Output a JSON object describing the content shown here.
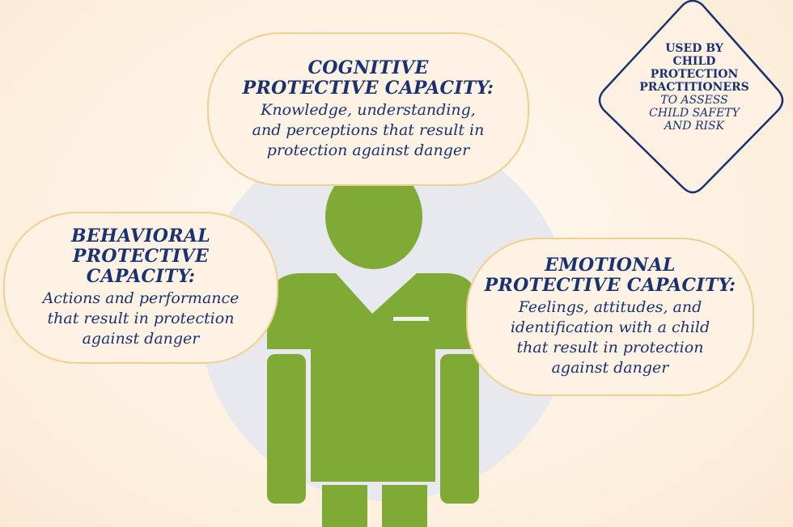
{
  "colors": {
    "text": "#1a3370",
    "figure": "#80aa36",
    "bubble_border": "#f3cf8e",
    "bubble_fill": "#fdf2e4",
    "circle": "#e7e9ef",
    "badge_border": "#1a3370"
  },
  "cognitive": {
    "title_line1": "COGNITIVE",
    "title_line2": "PROTECTIVE CAPACITY:",
    "desc_line1": "Knowledge, understanding,",
    "desc_line2": "and perceptions that result in",
    "desc_line3": "protection against danger"
  },
  "behavioral": {
    "title_line1": "BEHAVIORAL",
    "title_line2": "PROTECTIVE CAPACITY:",
    "desc_line1": "Actions and performance",
    "desc_line2": "that result in protection",
    "desc_line3": "against danger"
  },
  "emotional": {
    "title_line1": "EMOTIONAL",
    "title_line2": "PROTECTIVE CAPACITY:",
    "desc_line1": "Feelings, attitudes, and",
    "desc_line2": "identification with a child",
    "desc_line3": "that result in protection",
    "desc_line4": "against danger"
  },
  "badge": {
    "bold_line1": "USED BY",
    "bold_line2": "CHILD",
    "bold_line3": "PROTECTION",
    "bold_line4": "PRACTITIONERS",
    "italic_line1": "TO ASSESS",
    "italic_line2": "CHILD SAFETY",
    "italic_line3": "AND RISK"
  },
  "figure_icon": "person-icon"
}
